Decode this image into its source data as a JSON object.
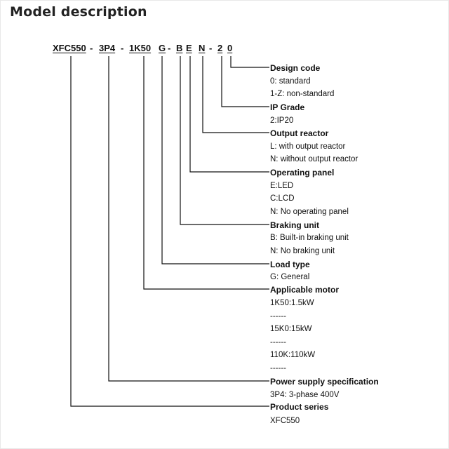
{
  "title": "Model description",
  "code": {
    "segments": [
      "XFC550",
      "3P4",
      "1K50",
      "G",
      "B",
      "E",
      "N",
      "2",
      "0"
    ],
    "separator": "-"
  },
  "groups": [
    {
      "heading": "Design code",
      "lines": [
        "0: standard",
        "1-Z: non-standard"
      ]
    },
    {
      "heading": "IP Grade",
      "lines": [
        "2:IP20"
      ]
    },
    {
      "heading": "Output reactor",
      "lines": [
        "L: with output reactor",
        "N: without output reactor"
      ]
    },
    {
      "heading": "Operating panel",
      "lines": [
        "E:LED",
        "C:LCD",
        "N: No operating panel"
      ]
    },
    {
      "heading": "Braking unit",
      "lines": [
        "B: Built-in braking unit",
        "N: No braking unit"
      ]
    },
    {
      "heading": "Load type",
      "lines": [
        "G: General"
      ]
    },
    {
      "heading": "Applicable motor",
      "lines": [
        "1K50:1.5kW",
        "------",
        "15K0:15kW",
        "------",
        "110K:110kW",
        "------"
      ]
    },
    {
      "heading": "Power supply specification",
      "lines": [
        "3P4: 3-phase 400V"
      ]
    },
    {
      "heading": "Product series",
      "lines": [
        "XFC550"
      ]
    }
  ]
}
